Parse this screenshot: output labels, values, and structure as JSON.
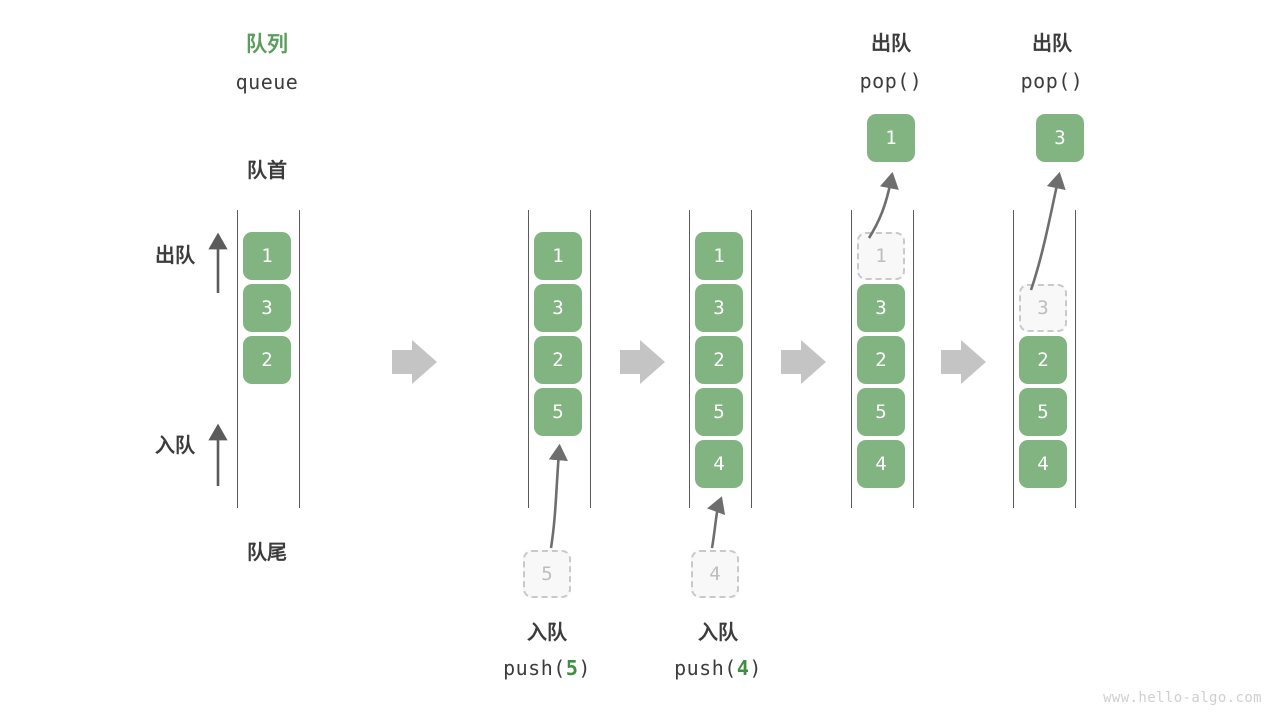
{
  "watermark": "www.hello-algo.com",
  "colors": {
    "accent_green": "#5a9e5c",
    "cell_green": "#82b481",
    "ghost_gray": "#bdbdbd",
    "rail_gray": "#5b5b5b",
    "arrow_gray": "#c4c4c4",
    "curve_gray": "#6e6e6e",
    "text_dark": "#3c3c3c"
  },
  "header": {
    "title_cn": "队列",
    "title_en": "queue",
    "head_label": "队首",
    "tail_label": "队尾"
  },
  "side_labels": {
    "pop_cn": "出队",
    "push_cn": "入队"
  },
  "stages": [
    {
      "id": "initial",
      "caption_cn": "",
      "caption_code": "",
      "top_caption_cn": "",
      "top_caption_code": "",
      "cells": [
        {
          "value": "1",
          "state": "filled",
          "slot": 0
        },
        {
          "value": "3",
          "state": "filled",
          "slot": 1
        },
        {
          "value": "2",
          "state": "filled",
          "slot": 2
        }
      ],
      "incoming": null,
      "outgoing": null
    },
    {
      "id": "push-5",
      "caption_cn": "入队",
      "caption_code_pre": "push(",
      "caption_code_num": "5",
      "caption_code_post": ")",
      "cells": [
        {
          "value": "1",
          "state": "filled",
          "slot": 0
        },
        {
          "value": "3",
          "state": "filled",
          "slot": 1
        },
        {
          "value": "2",
          "state": "filled",
          "slot": 2
        },
        {
          "value": "5",
          "state": "filled",
          "slot": 3
        }
      ],
      "incoming": {
        "value": "5",
        "state": "ghost"
      },
      "outgoing": null
    },
    {
      "id": "push-4",
      "caption_cn": "入队",
      "caption_code_pre": "push(",
      "caption_code_num": "4",
      "caption_code_post": ")",
      "cells": [
        {
          "value": "1",
          "state": "filled",
          "slot": 0
        },
        {
          "value": "3",
          "state": "filled",
          "slot": 1
        },
        {
          "value": "2",
          "state": "filled",
          "slot": 2
        },
        {
          "value": "5",
          "state": "filled",
          "slot": 3
        },
        {
          "value": "4",
          "state": "filled",
          "slot": 4
        }
      ],
      "incoming": {
        "value": "4",
        "state": "ghost"
      },
      "outgoing": null
    },
    {
      "id": "pop-1",
      "top_caption_cn": "出队",
      "top_caption_code": "pop()",
      "cells": [
        {
          "value": "1",
          "state": "ghost",
          "slot": 0
        },
        {
          "value": "3",
          "state": "filled",
          "slot": 1
        },
        {
          "value": "2",
          "state": "filled",
          "slot": 2
        },
        {
          "value": "5",
          "state": "filled",
          "slot": 3
        },
        {
          "value": "4",
          "state": "filled",
          "slot": 4
        }
      ],
      "outgoing": {
        "value": "1",
        "state": "filled"
      },
      "incoming": null
    },
    {
      "id": "pop-3",
      "top_caption_cn": "出队",
      "top_caption_code": "pop()",
      "cells": [
        {
          "value": "3",
          "state": "ghost",
          "slot": 1
        },
        {
          "value": "2",
          "state": "filled",
          "slot": 2
        },
        {
          "value": "5",
          "state": "filled",
          "slot": 3
        },
        {
          "value": "4",
          "state": "filled",
          "slot": 4
        }
      ],
      "outgoing": {
        "value": "3",
        "state": "filled"
      },
      "incoming": null
    }
  ],
  "transition_arrows": [
    {
      "name": "arrow-1"
    },
    {
      "name": "arrow-2"
    },
    {
      "name": "arrow-3"
    },
    {
      "name": "arrow-4"
    }
  ]
}
